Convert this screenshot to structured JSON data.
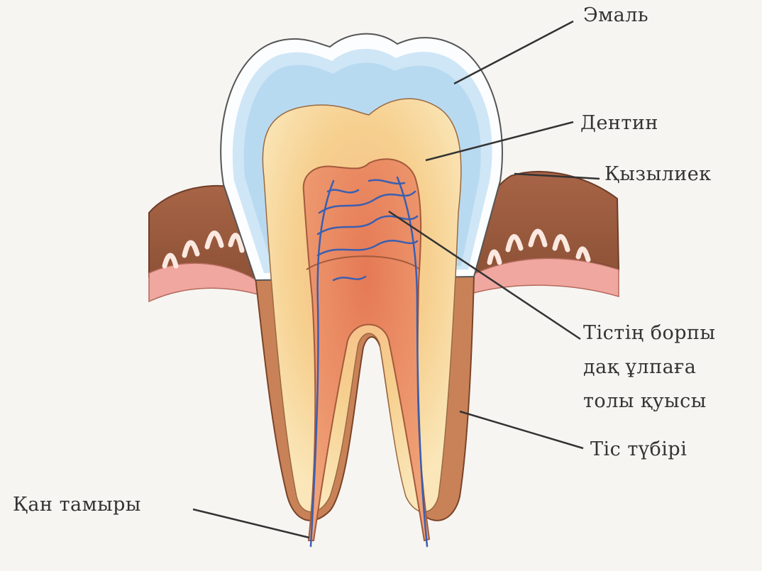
{
  "labels": {
    "enamel": "Эмаль",
    "dentin": "Дентин",
    "gum": "Қызылиек",
    "pulp_cavity": [
      "Тістің борпы",
      "дақ ұлпаға",
      "толы қуысы"
    ],
    "root": "Тіс түбірі",
    "blood_vessels": "Қан тамыры"
  },
  "colors": {
    "enamel_outline": "#fbfdff",
    "enamel_blue": "#bcdcf0",
    "dentin": "#f6cf8e",
    "dentin_light": "#fae2b0",
    "pulp": "#e9946a",
    "pulp_dark": "#a35a3c",
    "root_cementum": "#c77a55",
    "gum_brown": "#9a5a3e",
    "gum_pink": "#f0a7a0",
    "vessel_blue": "#3a5fb0",
    "leader_line": "#333333"
  }
}
